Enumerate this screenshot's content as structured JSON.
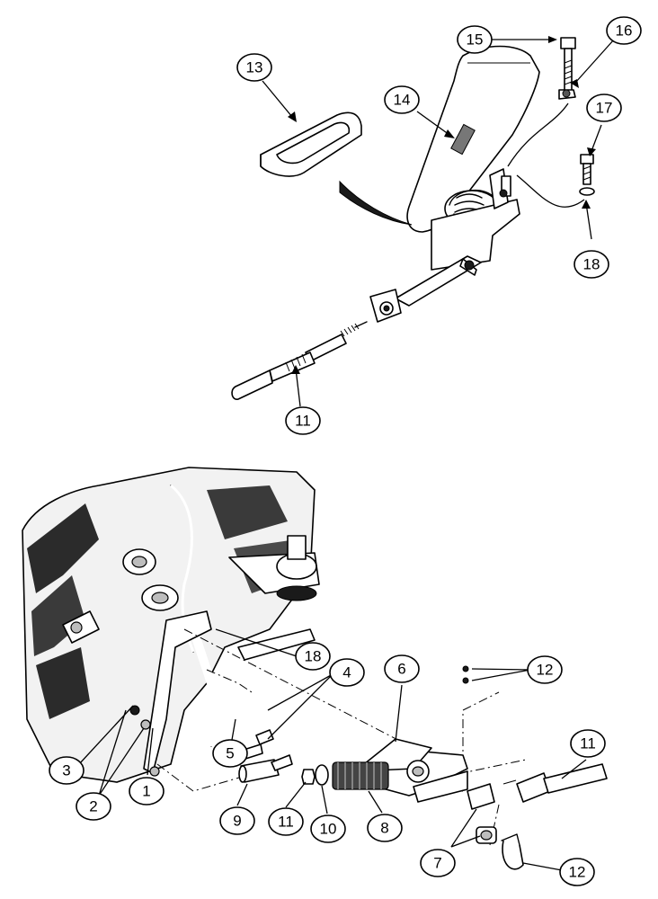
{
  "callouts": [
    {
      "id": "c15",
      "label": "15"
    },
    {
      "id": "c16",
      "label": "16"
    },
    {
      "id": "c13",
      "label": "13"
    },
    {
      "id": "c14",
      "label": "14"
    },
    {
      "id": "c17",
      "label": "17"
    },
    {
      "id": "c18a",
      "label": "18"
    },
    {
      "id": "c11a",
      "label": "11"
    },
    {
      "id": "c18b",
      "label": "18"
    },
    {
      "id": "c4",
      "label": "4"
    },
    {
      "id": "c6",
      "label": "6"
    },
    {
      "id": "c12a",
      "label": "12"
    },
    {
      "id": "c5",
      "label": "5"
    },
    {
      "id": "c3",
      "label": "3"
    },
    {
      "id": "c11b",
      "label": "11"
    },
    {
      "id": "c2",
      "label": "2"
    },
    {
      "id": "c1",
      "label": "1"
    },
    {
      "id": "c9",
      "label": "9"
    },
    {
      "id": "c11c",
      "label": "11"
    },
    {
      "id": "c10",
      "label": "10"
    },
    {
      "id": "c8",
      "label": "8"
    },
    {
      "id": "c7",
      "label": "7"
    },
    {
      "id": "c12b",
      "label": "12"
    }
  ]
}
